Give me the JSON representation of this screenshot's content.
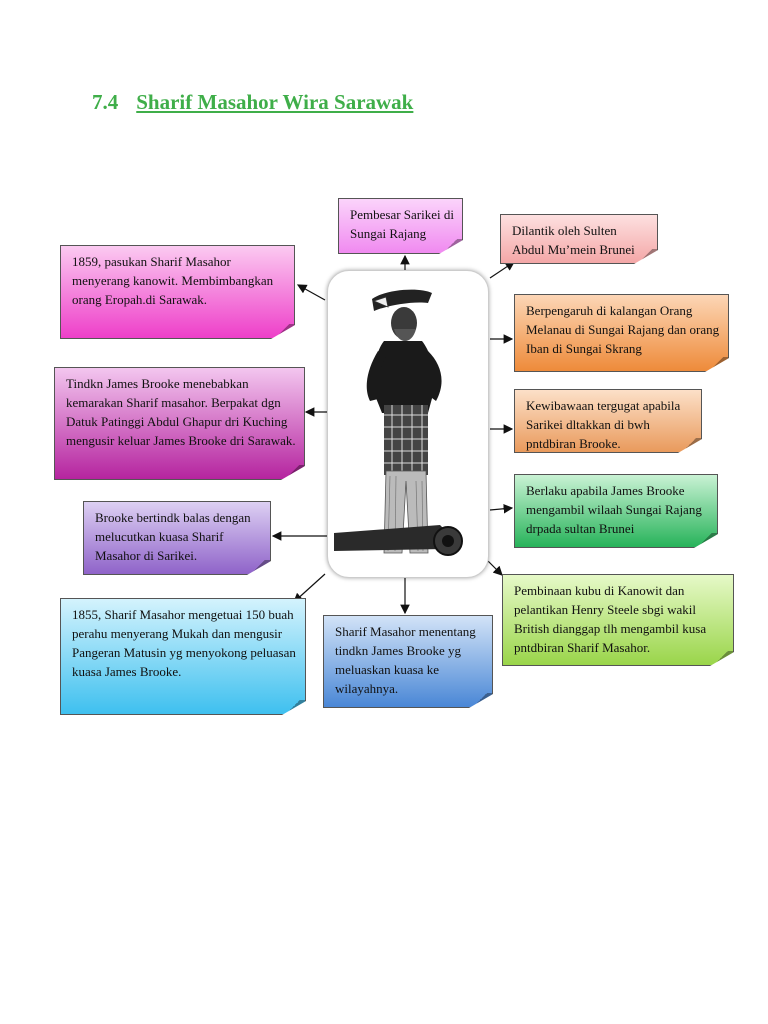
{
  "heading": {
    "number": "7.4",
    "title": "Sharif Masahor Wira Sarawak"
  },
  "colors": {
    "heading": "#3fae49"
  },
  "notes": {
    "top": "Pembesar Sarikei di Sungai Rajang",
    "right1": "Dilantik oleh Sulten Abdul Mu’mein Brunei",
    "right2": "Berpengaruh di kalangan Orang Melanau di Sungai Rajang dan orang Iban di Sungai Skrang",
    "right3": "Kewibawaan tergugat apabila Sarikei dltakkan di bwh pntdbiran Brooke.",
    "right4": "Berlaku apabila James Brooke mengambil wilaah Sungai Rajang drpada sultan Brunei",
    "right5": "Pembinaan kubu di Kanowit dan pelantikan Henry Steele sbgi wakil British dianggap tlh mengambil kusa pntdbiran Sharif Masahor.",
    "left1": "1859, pasukan Sharif Masahor menyerang kanowit. Membimbangkan orang Eropah.di Sarawak.",
    "left2": "Tindkn James Brooke menebabkan kemarakan Sharif masahor. Berpakat dgn Datuk Patinggi Abdul Ghapur dri Kuching mengusir keluar James Brooke dri Sarawak.",
    "left3": "Brooke bertindk balas dengan melucutkan kuasa Sharif Masahor di Sarikei.",
    "left4": "1855, Sharif Masahor mengetuai 150 buah perahu menyerang Mukah dan mengusir Pangeran Matusin yg menyokong peluasan kuasa James Brooke.",
    "bottom": "Sharif Masahor menentang tindkn James Brooke yg meluaskan kuasa ke wilayahnya."
  }
}
